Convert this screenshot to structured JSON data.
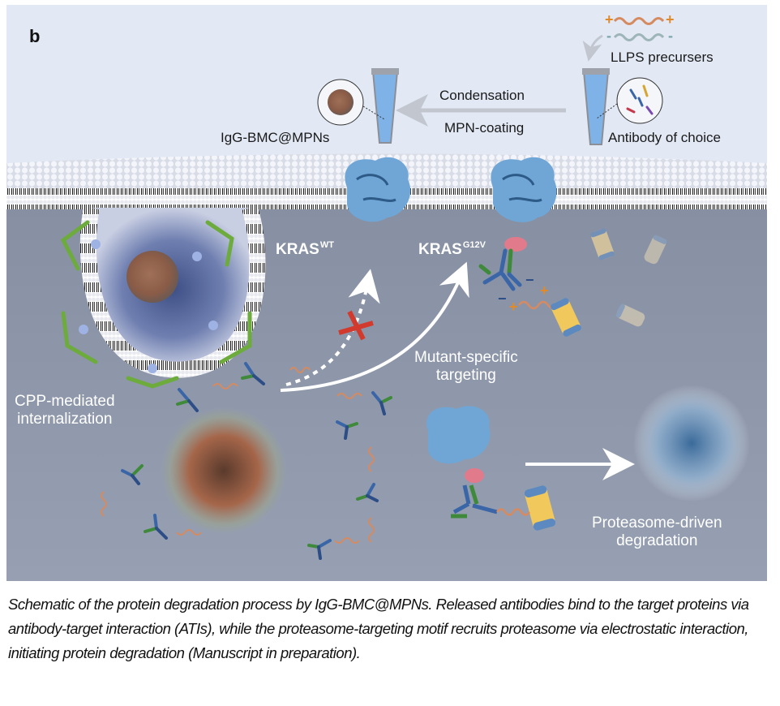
{
  "figure": {
    "panel_label": "b",
    "prep": {
      "product_label": "IgG-BMC@MPNs",
      "process_top": "Condensation",
      "process_bottom": "MPN-coating",
      "precursors_label": "LLPS precursers",
      "antibody_label": "Antibody of choice",
      "charge_plus": "+",
      "charge_minus": "-"
    },
    "cell": {
      "internalization_line1": "CPP-mediated",
      "internalization_line2": "internalization",
      "kras_wt_base": "KRAS",
      "kras_wt_sup": "WT",
      "kras_mut_base": "KRAS",
      "kras_mut_sup": "G12V",
      "targeting_line1": "Mutant-specific",
      "targeting_line2": "targeting",
      "degradation_line1": "Proteasome-driven",
      "degradation_line2": "degradation"
    },
    "colors": {
      "top_background": "#e2e8f4",
      "cell_background": "#939cae",
      "inhibit_mark": "#d23a2e",
      "peptide": "#d68a60",
      "clathrin": "#6cab3c",
      "protein": "#6fa6d6"
    }
  },
  "caption": {
    "text": "Schematic of the protein degradation process by IgG-BMC@MPNs. Released antibodies bind to the target proteins via antibody-target interaction (ATIs), while the proteasome-targeting motif recruits proteasome via electrostatic interaction, initiating protein degradation (Manuscript in preparation)."
  }
}
